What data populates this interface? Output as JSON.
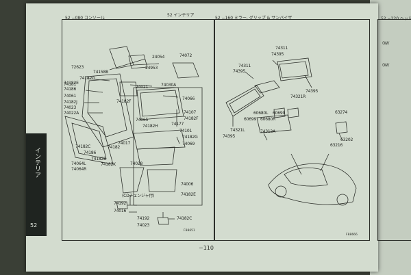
{
  "headers": {
    "left": "52 −080 コンソール",
    "center": "52 インテリア",
    "right": "52 −160 ミラー, グリップ & サンバイザ",
    "far_right": "52 −220 ヘッド"
  },
  "left_labels": [
    "24054",
    "74072",
    "72623",
    "74158B",
    "24953",
    "74182G",
    "74181",
    "74182E",
    "74186",
    "24021",
    "74030A",
    "74066",
    "74061",
    "74182J",
    "74182F",
    "74023",
    "74022A",
    "74107",
    "74182F",
    "74065",
    "74177",
    "74182H",
    "74101",
    "74182G",
    "74069",
    "74182C",
    "74017",
    "74186",
    "74182",
    "74182B",
    "74182K",
    "74064L",
    "74064R",
    "74028",
    "74006",
    "74182E",
    "74192",
    "74016",
    "74192",
    "74182C",
    "74023"
  ],
  "left_note": "(CDチェンジャ付)",
  "right_labels": [
    "74311",
    "74395",
    "74311",
    "74395",
    "74395",
    "74321R",
    "60680L",
    "60699",
    "60699",
    "60680R",
    "74321L",
    "74312A",
    "74395",
    "63274",
    "63202",
    "63216"
  ],
  "side_tab": {
    "label": "インテリア",
    "number": "52"
  },
  "page_number": "−110",
  "codes": {
    "left": "F88651",
    "right": "F88666"
  },
  "far_right_labels": [
    "(W/",
    "(W/"
  ]
}
